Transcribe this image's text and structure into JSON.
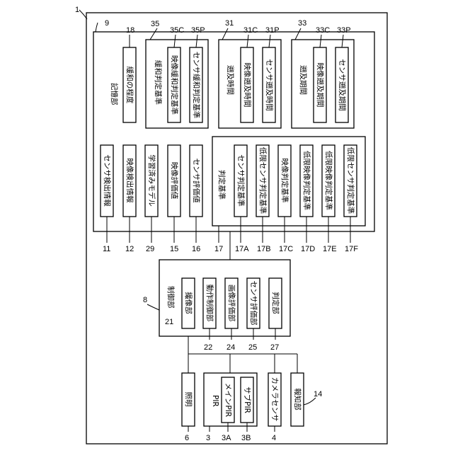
{
  "ref_numbers": {
    "device": "1",
    "storage": "9",
    "sensor_detection_info": "11",
    "video_detection_info": "12",
    "trained_model": "29",
    "video_eval": "15",
    "sensor_eval": "16",
    "criteria_group": "17",
    "sensor_criteria": "17A",
    "low_sensor_criteria": "17B",
    "video_criteria": "17C",
    "low_video_criteria": "17D",
    "low_video_criteria_2": "17E",
    "low_sensor_criteria_2": "17F",
    "relax_degree": "18",
    "relax_group": "35",
    "video_relax": "35C",
    "sensor_relax": "35P",
    "retro_group": "31",
    "video_retro": "31C",
    "sensor_retro": "31P",
    "period_group": "33",
    "video_period": "33C",
    "sensor_period": "33P",
    "control": "8",
    "imaging": "21",
    "motion_control": "22",
    "image_eval": "24",
    "sensor_eval_unit": "25",
    "judge": "27",
    "lighting": "6",
    "pir": "3",
    "main_pir": "3A",
    "sub_pir": "3B",
    "camera_sensor": "4",
    "notifier": "14"
  },
  "labels": {
    "storage": "記憶部",
    "sensor_detection_info": "センサ検出情報",
    "video_detection_info": "映像検出情報",
    "trained_model": "学習済みモデル",
    "video_eval": "映像評価値",
    "sensor_eval": "センサ評価値",
    "criteria_group": "判定基準",
    "sensor_criteria": "センサ判定基準",
    "low_sensor_criteria": "低限センサ判定基準",
    "video_criteria": "映像判定基準",
    "low_video_criteria": "低限映像判定基準",
    "low_video_criteria_2": "低限映像判定基準",
    "low_sensor_criteria_2": "低限センサ判定基準",
    "relax_degree": "緩和の程度",
    "relax_group": "緩和判定基準",
    "video_relax": "映像緩和判定基準",
    "sensor_relax": "センサ緩和判定基準",
    "retro_group": "遡及時間",
    "video_retro": "映像遡及時間",
    "sensor_retro": "センサ遡及時間",
    "period_group": "遡及期間",
    "video_period": "映像遡及期間",
    "sensor_period": "センサ遡及期間",
    "control": "制御部",
    "imaging": "撮像部",
    "motion_control": "動作制御部",
    "image_eval": "画像評価部",
    "sensor_eval_unit": "センサ評価部",
    "judge": "判定部",
    "lighting": "照明",
    "pir": "PIR",
    "main_pir": "メインPIR",
    "sub_pir": "サブPIR",
    "camera_sensor": "カメラセンサ",
    "notifier": "報知部"
  }
}
